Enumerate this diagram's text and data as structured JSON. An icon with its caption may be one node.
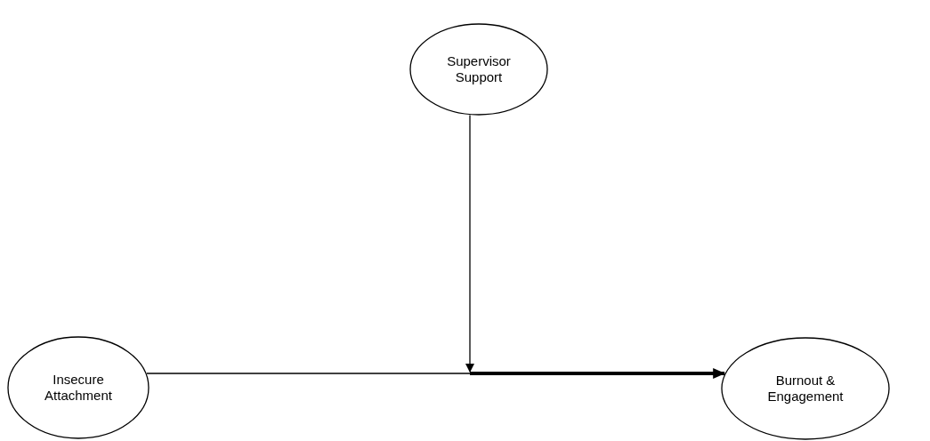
{
  "diagram": {
    "nodes": [
      {
        "text": [
          "Supervisor Support"
        ]
      },
      {
        "text": [
          "Insecure Attachment"
        ]
      },
      {
        "text": [
          "Burnout & Engagement"
        ]
      }
    ],
    "edges": [
      {
        "from": 1,
        "to": 2,
        "arrow": "to"
      },
      {
        "from": 0,
        "to": null,
        "arrow": "to"
      }
    ]
  }
}
